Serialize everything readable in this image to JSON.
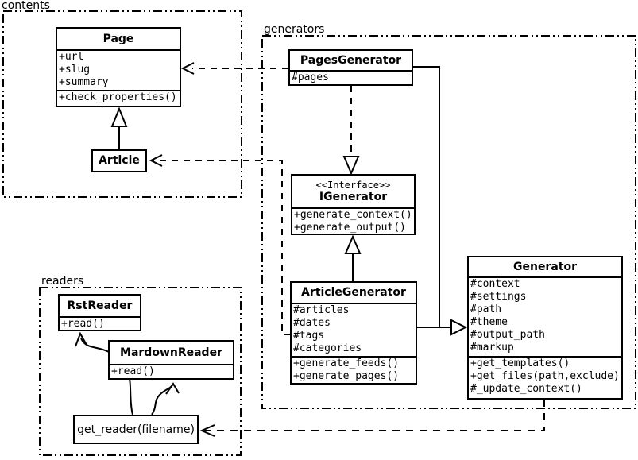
{
  "diagram_title": "Pelican static generator UML class diagram",
  "colors": {
    "line": "#000000",
    "background": "#ffffff"
  },
  "packages": {
    "contents": {
      "label": "contents"
    },
    "generators": {
      "label": "generators"
    },
    "readers": {
      "label": "readers"
    }
  },
  "classes": {
    "page": {
      "title": "Page",
      "attributes": [
        "+url",
        "+slug",
        "+summary"
      ],
      "methods": [
        "+check_properties()"
      ]
    },
    "article": {
      "title": "Article"
    },
    "pages_generator": {
      "title": "PagesGenerator",
      "attributes": [
        "#pages"
      ]
    },
    "igenerator": {
      "stereotype": "<<Interface>>",
      "title": "IGenerator",
      "methods": [
        "+generate_context()",
        "+generate_output()"
      ]
    },
    "article_generator": {
      "title": "ArticleGenerator",
      "attributes": [
        "#articles",
        "#dates",
        "#tags",
        "#categories"
      ],
      "methods": [
        "+generate_feeds()",
        "+generate_pages()"
      ]
    },
    "generator": {
      "title": "Generator",
      "attributes": [
        "#context",
        "#settings",
        "#path",
        "#theme",
        "#output_path",
        "#markup"
      ],
      "methods": [
        "+get_templates()",
        "+get_files(path,exclude)",
        "#_update_context()"
      ]
    },
    "rst_reader": {
      "title": "RstReader",
      "methods": [
        "+read()"
      ]
    },
    "mardown_reader": {
      "title": "MardownReader",
      "methods": [
        "+read()"
      ]
    },
    "get_reader": {
      "title": "get_reader(filename)"
    }
  },
  "relations": {
    "article_extends_page": "Article --|> Page",
    "pagesgenerator_realizes_igenerator": "PagesGenerator ..|> IGenerator",
    "articlegenerator_extends_igenerator": "ArticleGenerator --|> IGenerator",
    "generators_extend_generator": "PagesGenerator / ArticleGenerator --|> Generator",
    "pagesgenerator_uses_page": "PagesGenerator ..> Page",
    "articlegenerator_uses_article": "ArticleGenerator ..> Article",
    "generator_uses_get_reader": "Generator ..> get_reader(filename)",
    "get_reader_calls_rstreader": "get_reader -> RstReader",
    "get_reader_calls_mardownreader": "get_reader -> MardownReader"
  }
}
